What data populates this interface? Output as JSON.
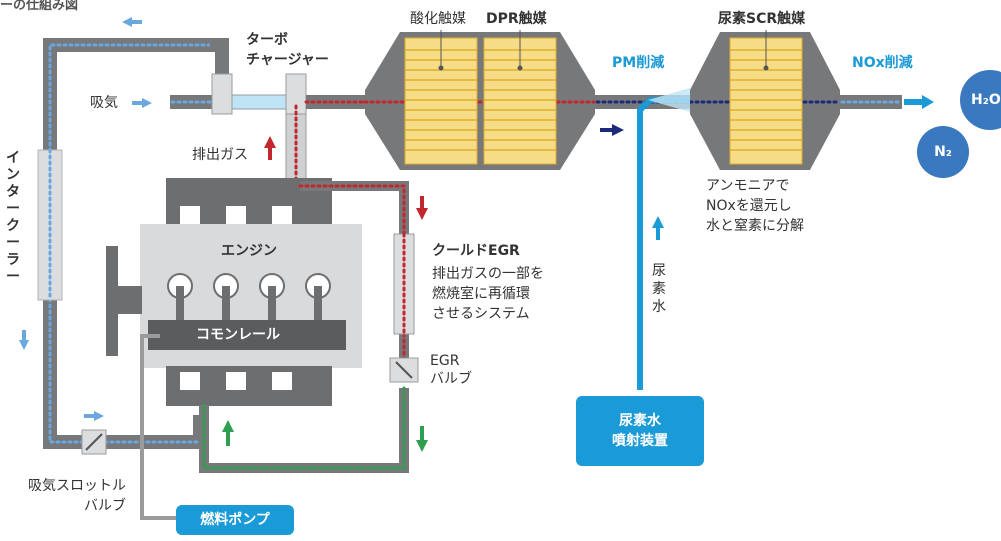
{
  "labels": {
    "top_partial": "ーの仕組み図",
    "turbo": "ターボ\nチャージャー",
    "oxidation": "酸化触媒",
    "dpr": "DPR触媒",
    "scr": "尿素SCR触媒",
    "pm": "PM削減",
    "nox": "NOx削減",
    "intake": "吸気",
    "exhaust": "排出ガス",
    "intercooler": "インタークーラー",
    "engine": "エンジン",
    "common_rail": "コモンレール",
    "cooled_egr_title": "クールドEGR",
    "cooled_egr_desc": "排出ガスの一部を\n燃焼室に再循環\nさせるシステム",
    "egr_valve": "EGR\nバルブ",
    "throttle_valve": "吸気スロットル\nバルブ",
    "fuel_pump": "燃料ポンプ",
    "ammonia_desc": "アンモニアで\nNOxを還元し\n水と窒素に分解",
    "urea_water": "尿\n素\n水",
    "urea_injector": "尿素水\n噴射装置",
    "h2o": "H₂O",
    "n2": "N₂"
  },
  "colors": {
    "pipe": "#77787a",
    "pipe_light": "#cfd0d2",
    "engine_body": "#6d6e70",
    "engine_face": "#d9dadc",
    "catalyst_fill": "#f6dc86",
    "catalyst_line": "#e0ad2c",
    "exhaust_dot": "#c1272d",
    "intake_dot": "#6aa7df",
    "egr_return_dot": "#2e9e4f",
    "cat_out_dot": "#1b2a7a",
    "accent_blue": "#1a9ad6",
    "h2o_circle": "#3a78c0",
    "n2_circle": "#3a78c0"
  }
}
